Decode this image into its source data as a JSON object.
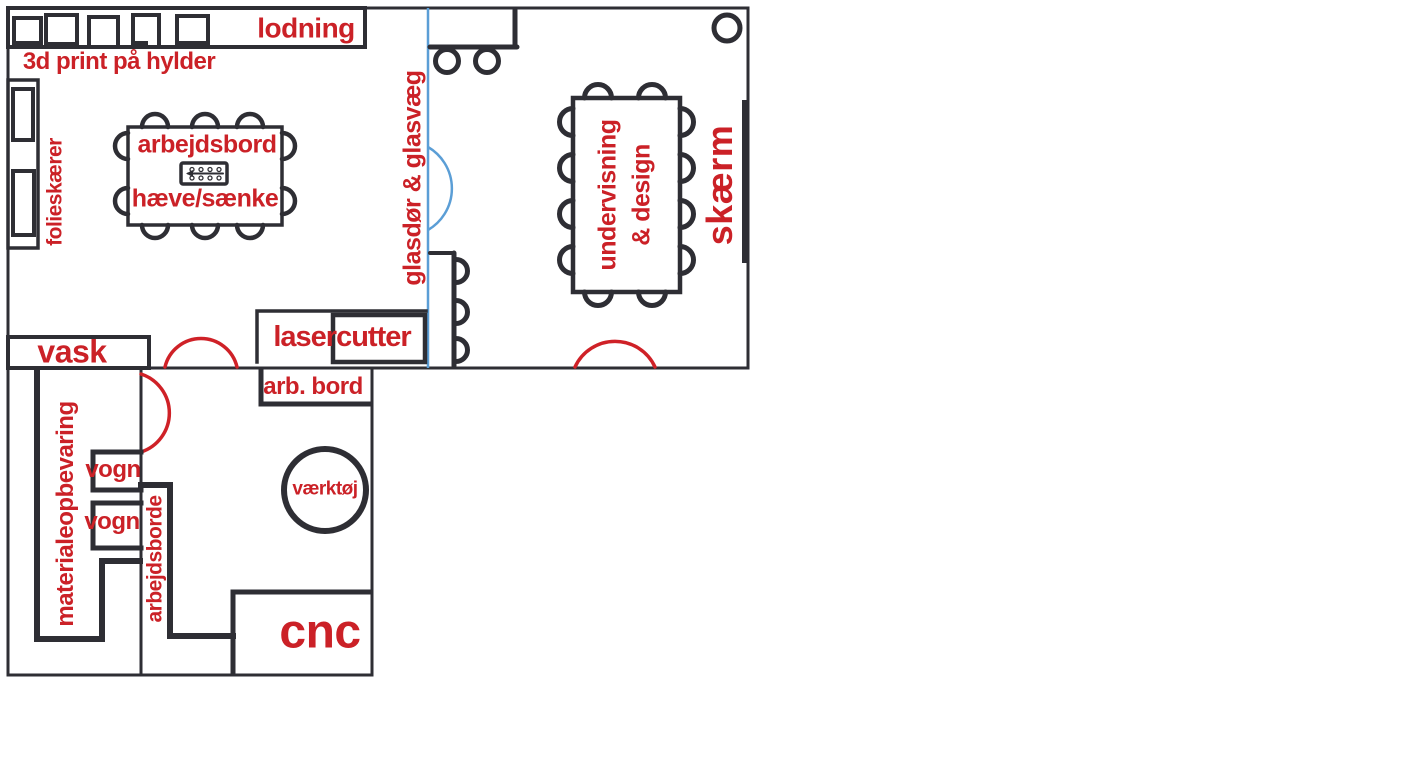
{
  "meta": {
    "type": "makerspace-floor-plan",
    "language": "da"
  },
  "colors": {
    "label_red": "#cb2127",
    "wall_black": "#2e2e34",
    "glass_blue": "#5b9ed6",
    "door_arc_red": "#cf2127",
    "background": "#ffffff"
  },
  "rooms": {
    "workshop": {
      "soldering_shelf": "lodning",
      "printer_shelf": "3d print på hylder",
      "foil_cutter": "folieskærer",
      "worktable": "arbejdsbord",
      "worktable_sub": "hæve/sænke"
    },
    "partition": {
      "glass_wall": "glasdør & glasvæg"
    },
    "teaching": {
      "table_line1": "undervisning",
      "table_line2": "& design",
      "screen": "skærm"
    },
    "laser": {
      "lasercutter": "lasercutter",
      "work_table": "arb. bord",
      "sink": "vask"
    },
    "storage": {
      "material_storage": "materialeopbevaring",
      "cart_1": "vogn",
      "cart_2": "vogn"
    },
    "machine": {
      "work_tables": "arbejdsborde",
      "tools": "værktøj",
      "cnc": "cnc"
    }
  }
}
